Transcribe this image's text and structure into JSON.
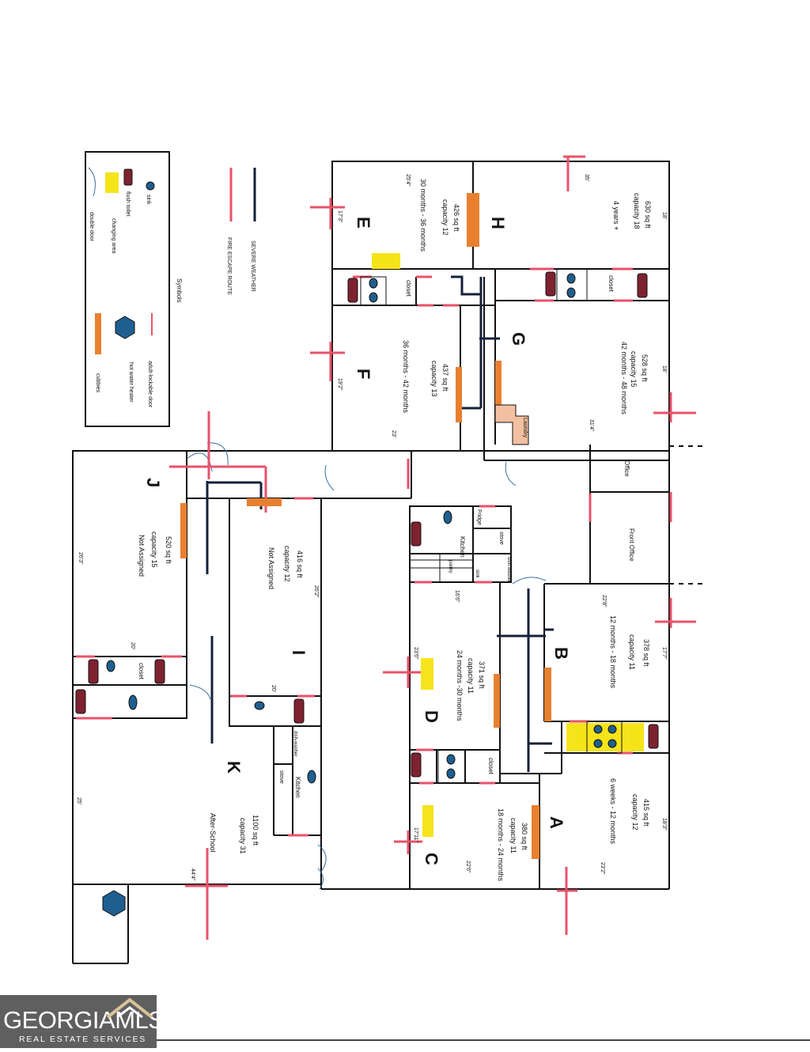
{
  "legend": {
    "title": "Symbols",
    "items": {
      "sink": "sink",
      "flush_toilet": "flush toilet",
      "changing_area": "changing area",
      "double_door": "double door",
      "lockable_door": "adult-lockable door",
      "hot_water_heater": "hot water heater",
      "cubbies": "cubbies"
    },
    "routes": {
      "severe_weather": "SEVERE WEATHER",
      "fire_escape": "FIRE ESCAPE ROUTE"
    }
  },
  "rooms": {
    "H": {
      "letter": "H",
      "area": "630 sq ft",
      "capacity": "capacity 18",
      "ages": "4 years +",
      "dim_a": "18'",
      "dim_b": "35'"
    },
    "E": {
      "letter": "E",
      "area": "426 sq ft",
      "capacity": "capacity 12",
      "ages": "30 months - 36 months",
      "dim_a": "25'4\"",
      "dim_b": "17'3\""
    },
    "G": {
      "letter": "G",
      "area": "528 sq ft",
      "capacity": "capacity 15",
      "ages": "42 months - 48 months",
      "dim_a": "18'",
      "dim_b": "31'4\""
    },
    "F": {
      "letter": "F",
      "area": "437 sq ft",
      "capacity": "capacity 13",
      "ages": "36 months - 42 months",
      "dim_a": "19'2\"",
      "dim_b": "23'"
    },
    "B": {
      "letter": "B",
      "area": "378 sq ft",
      "capacity": "capacity 11",
      "ages": "12 months - 18 months",
      "dim_a": "22'8\"",
      "dim_b": "17'7\""
    },
    "D": {
      "letter": "D",
      "area": "371 sq ft",
      "capacity": "capacity 11",
      "ages": "24 months -30 months",
      "dim_a": "16'6\"",
      "dim_b": "23'6\""
    },
    "A": {
      "letter": "A",
      "area": "415 sq ft",
      "capacity": "capacity 12",
      "ages": "6 weeks - 12 months",
      "dim_a": "18'3\"",
      "dim_b": "23'2\""
    },
    "C": {
      "letter": "C",
      "area": "380 sq ft",
      "capacity": "capacity 11",
      "ages": "18 months - 24 months",
      "dim_a": "17'11\"",
      "dim_b": "22'6\""
    },
    "J": {
      "letter": "J",
      "area": "520 sq ft",
      "capacity": "capacity 15",
      "ages": "Not Assigned",
      "dim_a": "26'3\"",
      "dim_b": "20'"
    },
    "I": {
      "letter": "I",
      "area": "416 sq ft",
      "capacity": "capacity 12",
      "ages": "Not Assigned",
      "dim_a": "26'2\"",
      "dim_b": "20'"
    },
    "K": {
      "letter": "K",
      "area": "1100 sq ft",
      "capacity": "capacity 31",
      "ages": "After-School",
      "dim_a": "25'",
      "dim_b": "44'4\""
    }
  },
  "labels": {
    "closet": "closet",
    "laundry": "Laundry",
    "office": "Office",
    "front_office": "Front Office",
    "fridge": "Fridge",
    "kitchen": "Kitchen",
    "stove": "stove",
    "dish_washer": "dish washer",
    "pantry": "pantry",
    "sink": "sink",
    "dishwasher": "dish-washer"
  },
  "logo": {
    "name": "GEORGIAMLS",
    "subtitle": "REAL ESTATE SERVICES"
  },
  "colors": {
    "fire_route": "#e8526a",
    "severe_route": "#15213a",
    "cubbies": "#e88030",
    "changing": "#f5e41a",
    "toilet": "#7e2230",
    "sink": "#1f5f8f",
    "laundry": "#f2c0a0"
  }
}
